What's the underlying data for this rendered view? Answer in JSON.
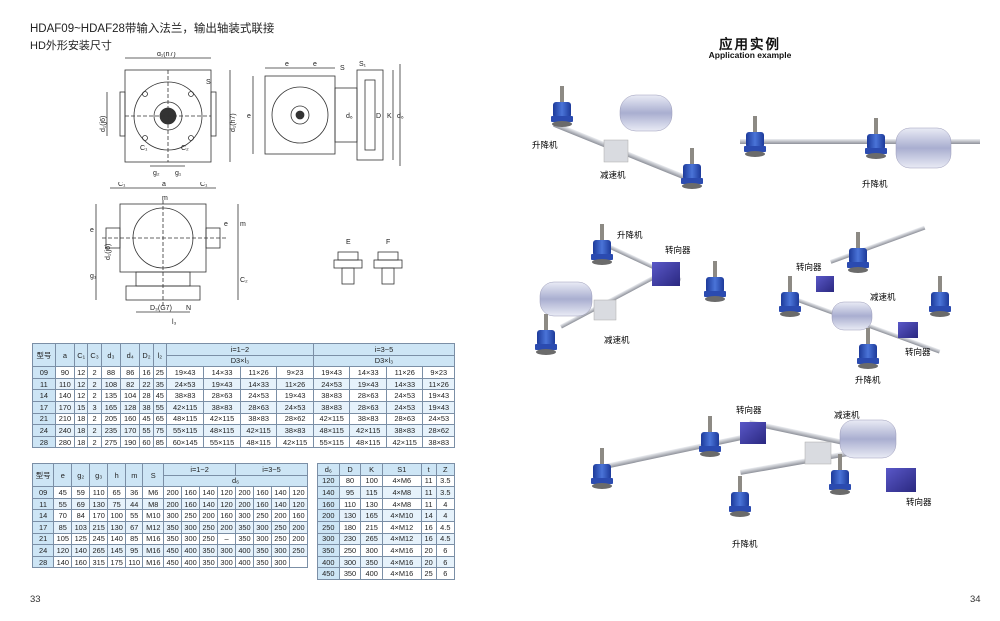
{
  "left_page": {
    "title": "HDAF09~HDAF28带输入法兰，输出轴装式联接",
    "subtitle": "HD外形安装尺寸",
    "page_number": "33",
    "drawing_labels": {
      "d1h7": "d₁(h7)",
      "S": "S",
      "C1": "C₁",
      "C2": "C₂",
      "g2": "g₂",
      "g1": "g₁",
      "d1j6": "d₁(j6)",
      "e": "e",
      "m": "m",
      "a": "a",
      "S1": "S₁",
      "D": "D",
      "K": "K",
      "d6": "d₆",
      "d3j6": "d₃(j6)",
      "D3G7": "D₃(G7)",
      "N": "N",
      "l3": "l₃",
      "d2": "d₂",
      "E": "E",
      "F": "F"
    },
    "table1": {
      "headers_left": [
        "型号",
        "a",
        "C₁",
        "C₃",
        "d₃",
        "d₄",
        "D₂",
        "l₂"
      ],
      "group1": "i=1~2",
      "group2": "i=3~5",
      "sub1": "D3×l₃",
      "sub2": "D3×l₃",
      "rows": [
        [
          "09",
          "90",
          "12",
          "2",
          "88",
          "86",
          "16",
          "25",
          "19×43",
          "14×33",
          "11×26",
          "9×23",
          "19×43",
          "14×33",
          "11×26",
          "9×23"
        ],
        [
          "11",
          "110",
          "12",
          "2",
          "108",
          "82",
          "22",
          "35",
          "24×53",
          "19×43",
          "14×33",
          "11×26",
          "24×53",
          "19×43",
          "14×33",
          "11×26"
        ],
        [
          "14",
          "140",
          "12",
          "2",
          "135",
          "104",
          "28",
          "45",
          "38×83",
          "28×63",
          "24×53",
          "19×43",
          "38×83",
          "28×63",
          "24×53",
          "19×43"
        ],
        [
          "17",
          "170",
          "15",
          "3",
          "165",
          "128",
          "38",
          "55",
          "42×115",
          "38×83",
          "28×63",
          "24×53",
          "38×83",
          "28×63",
          "24×53",
          "19×43"
        ],
        [
          "21",
          "210",
          "18",
          "2",
          "205",
          "160",
          "45",
          "65",
          "48×115",
          "42×115",
          "38×83",
          "28×62",
          "42×115",
          "38×83",
          "28×63",
          "24×53"
        ],
        [
          "24",
          "240",
          "18",
          "2",
          "235",
          "170",
          "55",
          "75",
          "55×115",
          "48×115",
          "42×115",
          "38×83",
          "48×115",
          "42×115",
          "38×83",
          "28×62"
        ],
        [
          "28",
          "280",
          "18",
          "2",
          "275",
          "190",
          "60",
          "85",
          "60×145",
          "55×115",
          "48×115",
          "42×115",
          "55×115",
          "48×115",
          "42×115",
          "38×83"
        ]
      ]
    },
    "table2": {
      "headers_left": [
        "型号",
        "e",
        "g₂",
        "g₃",
        "h",
        "m",
        "S"
      ],
      "group1": "i=1~2",
      "group2": "i=3~5",
      "sub": "d₆",
      "rows": [
        [
          "09",
          "45",
          "59",
          "110",
          "65",
          "36",
          "M6",
          "200",
          "160",
          "140",
          "120",
          "200",
          "160",
          "140",
          "120"
        ],
        [
          "11",
          "55",
          "69",
          "130",
          "75",
          "44",
          "M8",
          "200",
          "160",
          "140",
          "120",
          "200",
          "160",
          "140",
          "120"
        ],
        [
          "14",
          "70",
          "84",
          "170",
          "100",
          "55",
          "M10",
          "300",
          "250",
          "200",
          "160",
          "300",
          "250",
          "200",
          "160"
        ],
        [
          "17",
          "85",
          "103",
          "215",
          "130",
          "67",
          "M12",
          "350",
          "300",
          "250",
          "200",
          "350",
          "300",
          "250",
          "200"
        ],
        [
          "21",
          "105",
          "125",
          "245",
          "140",
          "85",
          "M16",
          "350",
          "300",
          "250",
          "–",
          "350",
          "300",
          "250",
          "200"
        ],
        [
          "24",
          "120",
          "140",
          "265",
          "145",
          "95",
          "M16",
          "450",
          "400",
          "350",
          "300",
          "400",
          "350",
          "300",
          "250"
        ],
        [
          "28",
          "140",
          "160",
          "315",
          "175",
          "110",
          "M16",
          "450",
          "400",
          "350",
          "300",
          "400",
          "350",
          "300",
          ""
        ]
      ]
    },
    "table3": {
      "headers": [
        "d₆",
        "D",
        "K",
        "S1",
        "t",
        "Z"
      ],
      "rows": [
        [
          "120",
          "80",
          "100",
          "4×M6",
          "11",
          "3.5"
        ],
        [
          "140",
          "95",
          "115",
          "4×M8",
          "11",
          "3.5"
        ],
        [
          "160",
          "110",
          "130",
          "4×M8",
          "11",
          "4"
        ],
        [
          "200",
          "130",
          "165",
          "4×M10",
          "14",
          "4"
        ],
        [
          "250",
          "180",
          "215",
          "4×M12",
          "16",
          "4.5"
        ],
        [
          "300",
          "230",
          "265",
          "4×M12",
          "16",
          "4.5"
        ],
        [
          "350",
          "250",
          "300",
          "4×M16",
          "20",
          "6"
        ],
        [
          "400",
          "300",
          "350",
          "4×M16",
          "20",
          "6"
        ],
        [
          "450",
          "350",
          "400",
          "4×M16",
          "25",
          "6"
        ]
      ]
    }
  },
  "right_page": {
    "title": "应用实例",
    "subtitle": "Application example",
    "page_number": "34",
    "labels": {
      "lifter": "升降机",
      "reducer": "减速机",
      "turner": "转向器"
    },
    "colors": {
      "jack_blue": "#3456b8",
      "turner_purple": "#3b3aa0",
      "motor_silver": "#c7cbe0",
      "reducer_gray": "#d9dbe0"
    }
  }
}
